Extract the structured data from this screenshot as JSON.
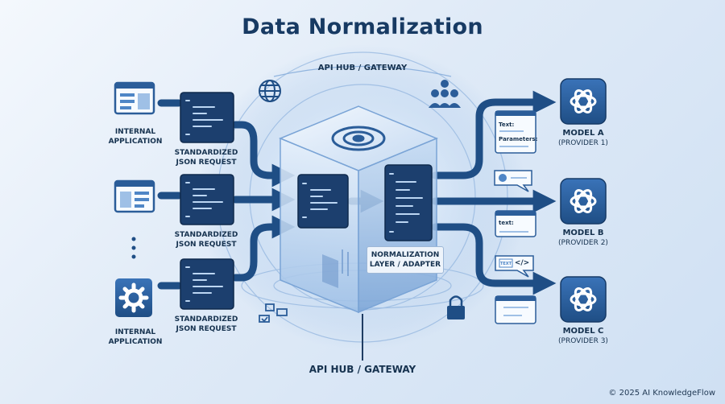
{
  "title": "Data Normalization",
  "hub_top_label": "API HUB / GATEWAY",
  "hub_bottom_label": "API HUB / GATEWAY",
  "normalization": {
    "line1": "NORMALIZATION",
    "line2": "LAYER / ADAPTER"
  },
  "sources": [
    {
      "line1": "INTERNAL",
      "line2": "APPLICATION",
      "icon": "app-window-icon"
    },
    {
      "line1": "",
      "line2": "",
      "icon": "app-window-icon"
    },
    {
      "line1": "INTERNAL",
      "line2": "APPLICATION",
      "icon": "gear-icon"
    }
  ],
  "requests": [
    {
      "line1": "STANDARDIZED",
      "line2": "JSON REQUEST"
    },
    {
      "line1": "STANDARDIZED",
      "line2": "JSON REQUEST"
    },
    {
      "line1": "STANDARDIZED",
      "line2": "JSON REQUEST"
    }
  ],
  "models": [
    {
      "name": "MODEL A",
      "provider": "(PROVIDER 1)",
      "icon": "openai-logo-icon"
    },
    {
      "name": "MODEL B",
      "provider": "(PROVIDER 2)",
      "icon": "openai-logo-icon"
    },
    {
      "name": "MODEL C",
      "provider": "(PROVIDER 3)",
      "icon": "openai-logo-icon"
    }
  ],
  "payload_cards": {
    "card1_line1": "Text:",
    "card1_line2": "Parameters:",
    "card2_line1": "text:",
    "card3_tag": "TEXT",
    "card3_code": "</>"
  },
  "copyright": "© 2025 AI KnowledgeFlow",
  "colors": {
    "primary": "#1f4e85",
    "dark": "#173a63",
    "light": "#4f86c6",
    "background": "#dfeaf7"
  }
}
